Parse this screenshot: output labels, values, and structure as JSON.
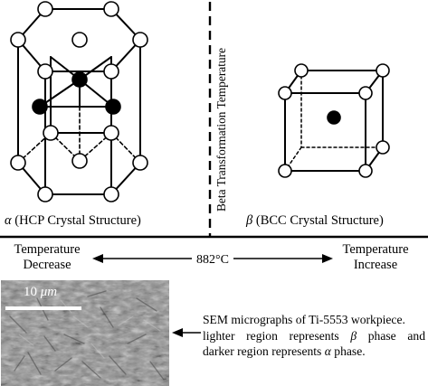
{
  "vertical_label": "Beta Transformation Temperature",
  "alpha": {
    "symbol": "α",
    "text": " (HCP Crystal Structure)"
  },
  "beta": {
    "symbol": "β",
    "text": " (BCC Crystal Structure)"
  },
  "temp_decrease": {
    "line1": "Temperature",
    "line2": "Decrease"
  },
  "temp_increase": {
    "line1": "Temperature",
    "line2": "Increase"
  },
  "transition_temp": "882°C",
  "micrograph": {
    "scale_value": "10",
    "scale_unit": "μm"
  },
  "sem_caption": {
    "line1": "SEM micrographs of Ti-5553 workpiece.",
    "line2_a": "lighter",
    "line2_b": "region",
    "line2_c": "represents",
    "line2_sym": "β",
    "line2_d": "phase",
    "line2_e": "and",
    "line3_a": "darker region represents ",
    "line3_sym": "α",
    "line3_b": " phase."
  },
  "colors": {
    "line": "#000000",
    "atom_fill": "#ffffff",
    "atom_dark": "#000000",
    "micrograph_base": "#8c8c8c"
  }
}
